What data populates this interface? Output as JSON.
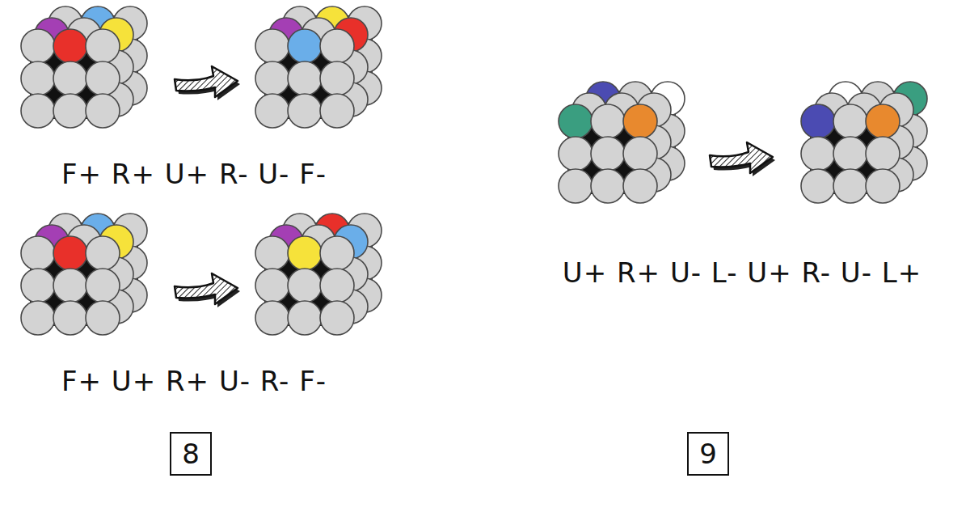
{
  "diagram": {
    "nodes": [
      {
        "text": [
          "8"
        ]
      },
      {
        "text": [
          "9"
        ]
      }
    ],
    "labels": [
      "F+ R+ U+ R- U- F-",
      "F+ U+ R+ U- R- F-",
      "U+ R+ U- L- U+ R- U- L+"
    ]
  }
}
